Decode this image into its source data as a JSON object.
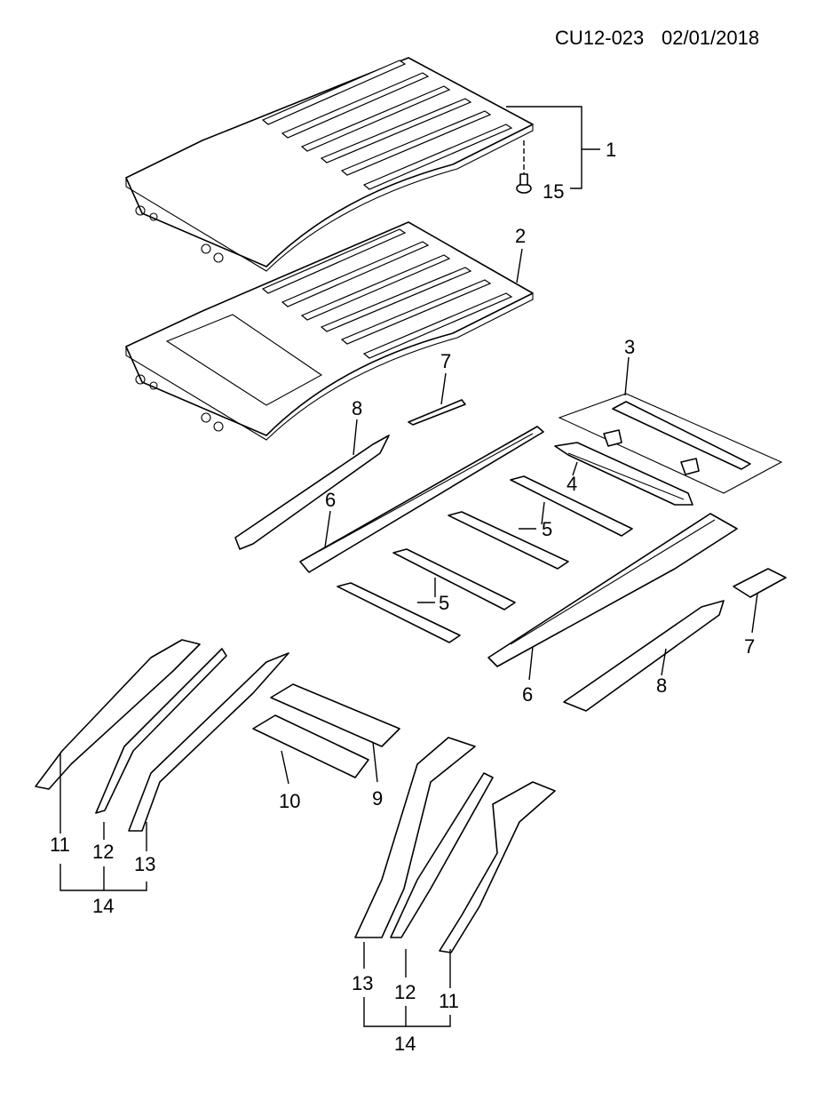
{
  "header": {
    "code": "CU12-023",
    "date": "02/01/2018"
  },
  "callouts": {
    "c1": "1",
    "c2": "2",
    "c3": "3",
    "c4": "4",
    "c5a": "5",
    "c5b": "5",
    "c6a": "6",
    "c6b": "6",
    "c7a": "7",
    "c7b": "7",
    "c8a": "8",
    "c8b": "8",
    "c9": "9",
    "c10": "10",
    "c11a": "11",
    "c11b": "11",
    "c12a": "12",
    "c12b": "12",
    "c13a": "13",
    "c13b": "13",
    "c14a": "14",
    "c14b": "14",
    "c15": "15"
  }
}
